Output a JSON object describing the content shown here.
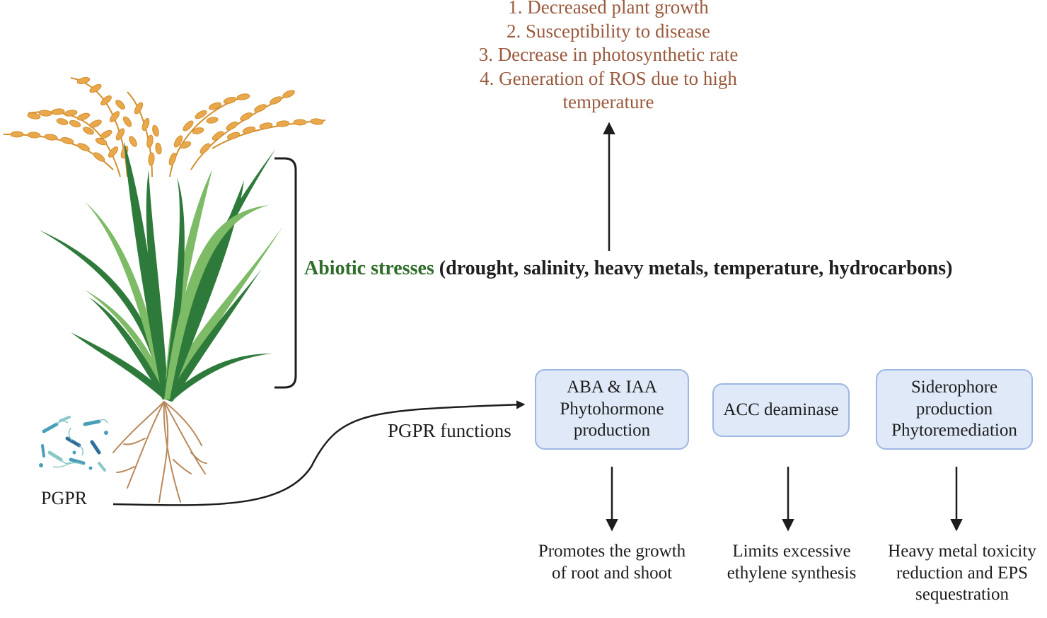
{
  "effects": [
    "1.  Decreased plant growth",
    "2. Susceptibility to disease",
    "3. Decrease in photosynthetic rate",
    "4. Generation of ROS due to high",
    "temperature"
  ],
  "stress": {
    "label": "Abiotic stresses",
    "detail": " (drought, salinity, heavy metals, temperature, hydrocarbons)"
  },
  "pgpr_label": "PGPR",
  "pgpr_functions_label": "PGPR functions",
  "boxes": [
    {
      "lines": [
        "ABA & IAA",
        "Phytohormone",
        "production"
      ]
    },
    {
      "lines": [
        "ACC deaminase"
      ]
    },
    {
      "lines": [
        "Siderophore",
        "production",
        "Phytoremediation"
      ]
    }
  ],
  "outcomes": [
    {
      "lines": [
        "Promotes the growth",
        "of root and shoot"
      ]
    },
    {
      "lines": [
        "Limits excessive",
        "ethylene synthesis"
      ]
    },
    {
      "lines": [
        "Heavy metal toxicity",
        "reduction and EPS",
        "sequestration"
      ]
    }
  ],
  "colors": {
    "effects_text": "#9a5a3e",
    "stress_label": "#2f6e2a",
    "box_fill": "#dfe9f7",
    "box_border": "#9db7e3",
    "leaf_dark": "#2e7a3a",
    "leaf_light": "#7dbb66",
    "grain": "#e8a84b",
    "root": "#b98a5c",
    "bacteria": "#4a9fb8"
  }
}
